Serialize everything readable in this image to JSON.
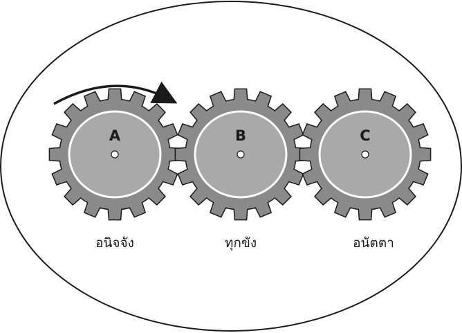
{
  "diagram": {
    "colors": {
      "outline": "#1a1a1a",
      "gear_body": "#8a8a8a",
      "gear_face": "#a9a9a9",
      "face_ring": "#ffffff",
      "hub": "#ffffff",
      "background": "#ffffff"
    },
    "rotation_arrow": {
      "icon": "curved-arrow-icon",
      "direction": "clockwise"
    },
    "gears": [
      {
        "letter": "A",
        "caption": "อนิจจัง"
      },
      {
        "letter": "B",
        "caption": "ทุกขัง"
      },
      {
        "letter": "C",
        "caption": "อนัตตา"
      }
    ]
  }
}
